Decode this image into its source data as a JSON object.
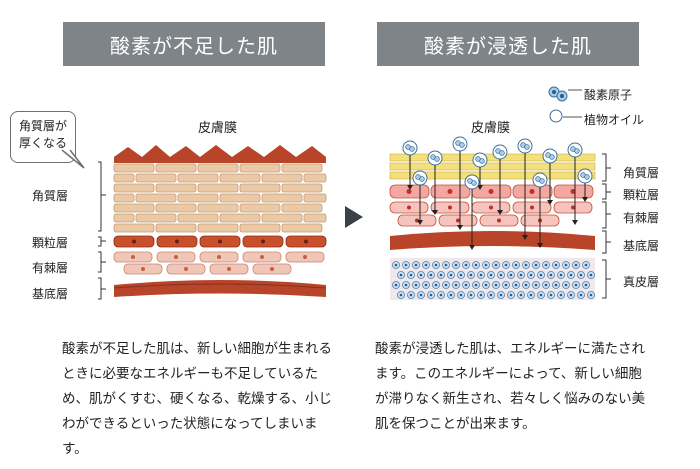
{
  "left": {
    "title": "酸素が不足した肌",
    "callout": "角質層が\n厚くなる",
    "membrane_label": "皮膚膜",
    "layers": [
      "角質層",
      "顆粒層",
      "有棘層",
      "基底層"
    ],
    "description": "酸素が不足した肌は、新しい細胞が生まれるときに必要なエネルギーも不足しているため、肌がくすむ、硬くなる、乾燥する、小じわができるといった状態になってしまいます。"
  },
  "right": {
    "title": "酸素が浸透した肌",
    "legend": [
      "酸素原子",
      "植物オイル"
    ],
    "membrane_label": "皮膚膜",
    "layers": [
      "角質層",
      "顆粒層",
      "有棘層",
      "基底層",
      "真皮層"
    ],
    "description": "酸素が浸透した肌は、エネルギーに満たされます。このエネルギーによって、新しい細胞が滞りなく新生され、若々しく悩みのない美肌を保つことが出来ます。"
  },
  "colors": {
    "header_bg": "#7f8489",
    "arrow": "#3c4148",
    "stratum_corneum": "#e9c9a6",
    "granular": "#c8502a",
    "spinous": "#f0c6b6",
    "basal": "#b8452a",
    "bubble": "#7fb8e6",
    "oil": "#f3e07a"
  }
}
